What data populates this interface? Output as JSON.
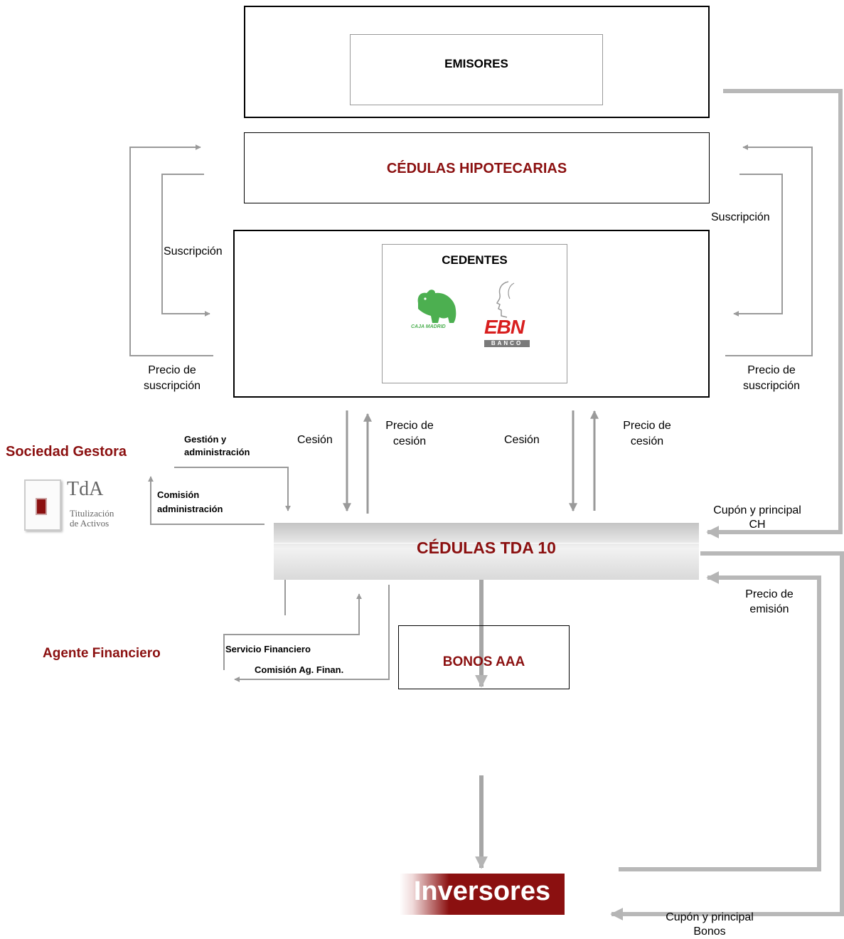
{
  "nodes": {
    "emisores": "EMISORES",
    "cedulas_hipotecarias": "CÉDULAS HIPOTECARIAS",
    "cedentes": "CEDENTES",
    "cedulas_tda": "CÉDULAS TDA 10",
    "bonos": "BONOS  AAA",
    "inversores": "Inversores",
    "sociedad_gestora": "Sociedad Gestora",
    "agente_financiero": "Agente Financiero"
  },
  "logos": {
    "caja_madrid": "CAJA MADRID",
    "ebn": "EBN",
    "ebn_sub": "BANCO",
    "tda_main": "TdA",
    "tda_sub1": "Titulización",
    "tda_sub2": "de Activos"
  },
  "labels": {
    "suscripcion_left": "Suscripción",
    "suscripcion_right": "Suscripción",
    "precio_suscripcion_left_1": "Precio de",
    "precio_suscripcion_left_2": "suscripción",
    "precio_suscripcion_right_1": "Precio de",
    "precio_suscripcion_right_2": "suscripción",
    "cesion_left": "Cesión",
    "cesion_right": "Cesión",
    "precio_cesion_left_1": "Precio de",
    "precio_cesion_left_2": "cesión",
    "precio_cesion_right_1": "Precio de",
    "precio_cesion_right_2": "cesión",
    "gestion_1": "Gestión  y",
    "gestion_2": "administración",
    "comision_adm_1": "Comisión",
    "comision_adm_2": "administración",
    "cupon_ch_1": "Cupón y principal",
    "cupon_ch_2": "CH",
    "precio_emision_1": "Precio de",
    "precio_emision_2": "emisión",
    "servicio_financiero": "Servicio Financiero",
    "comision_ag_finan": "Comisión Ag. Finan.",
    "cupon_bonos_1": "Cupón y principal",
    "cupon_bonos_2": "Bonos"
  },
  "colors": {
    "brand_red": "#8b1010",
    "arrow_gray": "#a6a6a6",
    "caja_green": "#4caf50",
    "ebn_red": "#d81e1e"
  }
}
